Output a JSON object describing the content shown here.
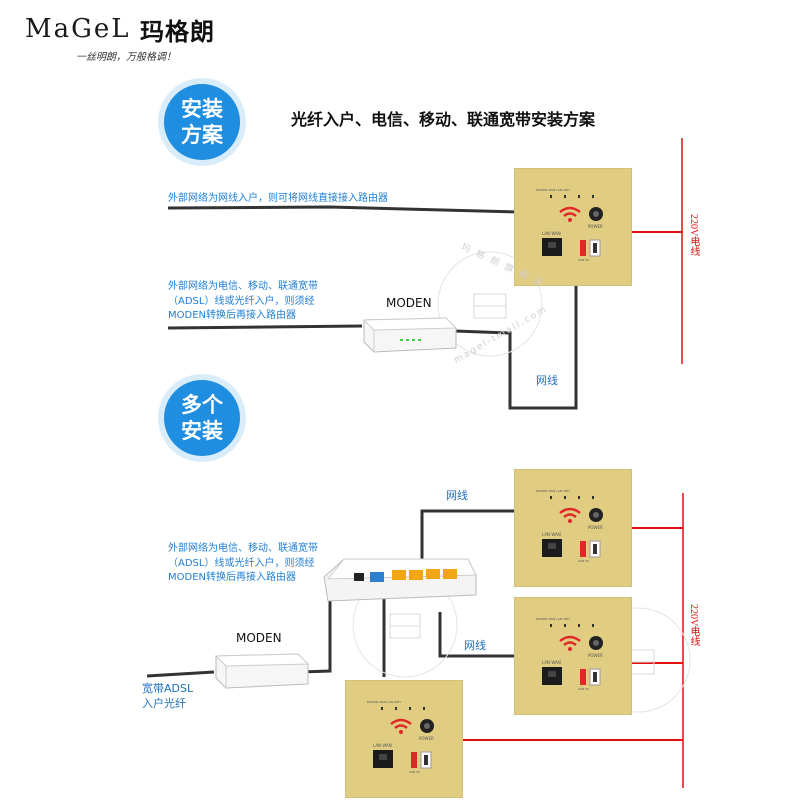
{
  "brand": {
    "name_en": "MaGeL",
    "name_cn": "玛格朗",
    "slogan": "一丝明朗，万般格调！"
  },
  "section1": {
    "badge_line1": "安装",
    "badge_line2": "方案",
    "title": "光纤入户、电信、移动、联通宽带安装方案",
    "direct_note": "外部网络为网线入户，则可将网线直接接入路由器",
    "modem_note_1": "外部网络为电信、移动、联通宽带",
    "modem_note_2": "（ADSL）线或光纤入户，则须经",
    "modem_note_3": "MODEN转换后再接入路由器",
    "modem_label": "MODEN",
    "cable_label": "网线",
    "power_label": "220V电线"
  },
  "section2": {
    "badge_line1": "多个",
    "badge_line2": "安装",
    "modem_note_1": "外部网络为电信、移动、联通宽带",
    "modem_note_2": "（ADSL）线或光纤入户，则须经",
    "modem_note_3": "MODEN转换后再接入路由器",
    "modem_label": "MODEN",
    "adsl_label_1": "宽带ADSL",
    "adsl_label_2": "入户光纤",
    "cable_label_1": "网线",
    "cable_label_2": "网线",
    "power_label": "220V电线"
  },
  "panel": {
    "leds": [
      "POWER",
      "WAN",
      "LAN",
      "WIFI"
    ],
    "port_label": "LAN  WAN",
    "power_btn_label": "POWER",
    "usb_label": "USB 5V"
  },
  "watermark": {
    "top": "玛 格 朗 旗 舰 店",
    "bottom": "magel-tmall.com"
  },
  "colors": {
    "accent_blue": "#1f8de0",
    "power_red": "#dd1111",
    "panel_gold": "#e0cd82"
  }
}
